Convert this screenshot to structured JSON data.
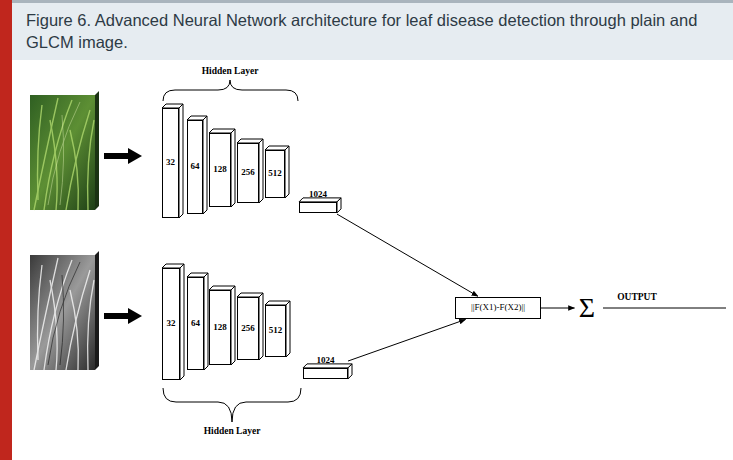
{
  "diagram": {
    "title": "Figure 6. Advanced Neural Network architecture for leaf disease detection through plain and GLCM image.",
    "nodes": [
      {
        "text": [
          "32"
        ]
      },
      {
        "text": [
          "64"
        ]
      },
      {
        "text": [
          "128"
        ]
      },
      {
        "text": [
          "256"
        ]
      },
      {
        "text": [
          "512"
        ]
      },
      {
        "text": [
          "1024"
        ]
      },
      {
        "text": [
          "32"
        ]
      },
      {
        "text": [
          "64"
        ]
      },
      {
        "text": [
          "128"
        ]
      },
      {
        "text": [
          "256"
        ]
      },
      {
        "text": [
          "512"
        ]
      },
      {
        "text": [
          "1024"
        ]
      },
      {
        "text": [
          "||F(X1)-F(X2)||"
        ]
      },
      {
        "text": [
          "Σ"
        ]
      }
    ],
    "edges": [
      {
        "from": 5,
        "to": 12,
        "arrow": "to"
      },
      {
        "from": 11,
        "to": 12,
        "arrow": "to"
      },
      {
        "from": 12,
        "to": 13,
        "arrow": "to"
      }
    ],
    "labels": [
      "Hidden Layer",
      "Hidden Layer",
      "OUTPUT"
    ]
  }
}
